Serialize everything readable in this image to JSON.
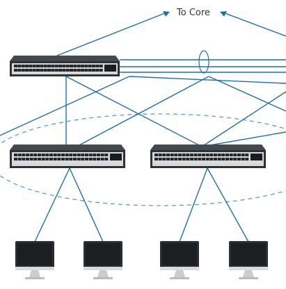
{
  "diagram": {
    "core_label": "To Core",
    "colors": {
      "link": "#1f6fa3",
      "dashed": "#5b9bd5",
      "switch_body": "#2e3237",
      "switch_face": "#d7d9db",
      "port": "#22262a",
      "monitor_bezel": "#2a2d31",
      "monitor_stand": "#c9ccd0"
    },
    "nodes": {
      "core_switch": {
        "name": "aggregation-switch"
      },
      "access_switches": [
        {
          "name": "access-switch-left"
        },
        {
          "name": "access-switch-right"
        }
      ],
      "hosts": [
        {
          "name": "monitor-1"
        },
        {
          "name": "monitor-2"
        },
        {
          "name": "monitor-3"
        },
        {
          "name": "monitor-4"
        }
      ]
    }
  }
}
